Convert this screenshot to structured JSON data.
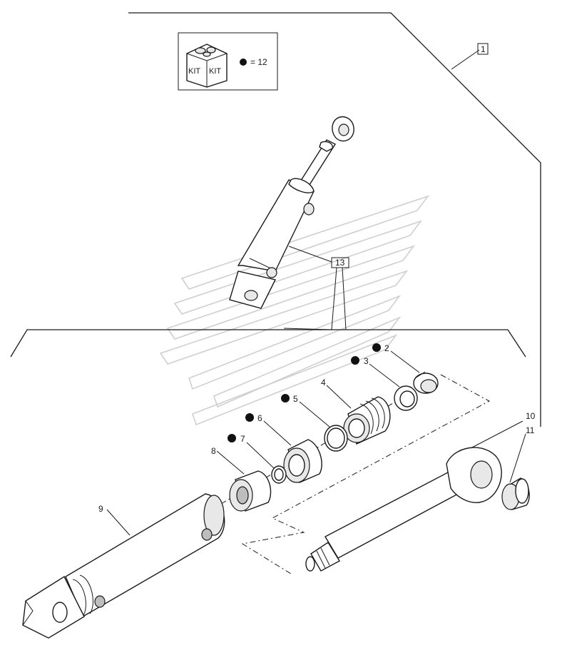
{
  "kit_box": {
    "icon_text_left": "KIT",
    "icon_text_right": "KIT",
    "legend": "= 12"
  },
  "callouts": {
    "c1": "1",
    "c2": "2",
    "c3": "3",
    "c4": "4",
    "c5": "5",
    "c6": "6",
    "c7": "7",
    "c8": "8",
    "c9": "9",
    "c10": "10",
    "c11": "11",
    "c13": "13"
  }
}
